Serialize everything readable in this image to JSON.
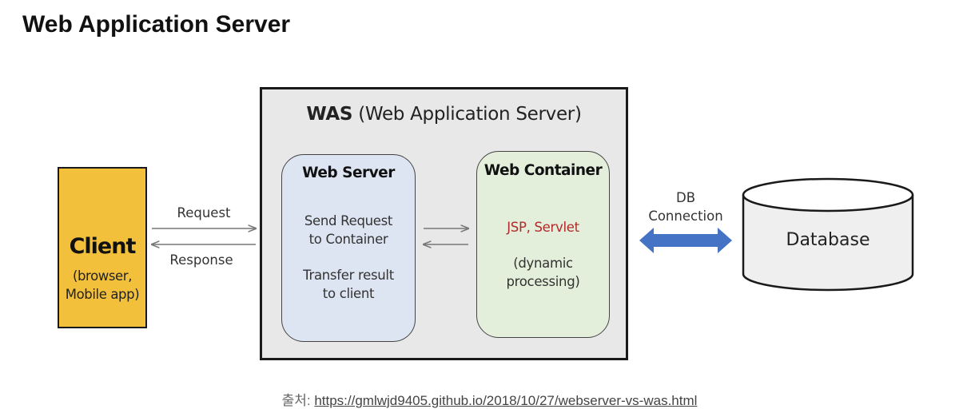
{
  "page": {
    "title": "Web Application Server"
  },
  "diagram": {
    "was": {
      "abbr": "WAS",
      "full": "(Web Application Server)"
    },
    "web_server": {
      "title": "Web Server",
      "line1": "Send Request",
      "line2": "to Container",
      "line3": "Transfer result",
      "line4": "to client"
    },
    "web_container": {
      "title": "Web Container",
      "tech": "JSP, Servlet",
      "line1": "(dynamic",
      "line2": "processing)"
    },
    "client": {
      "title": "Client",
      "line1": "(browser,",
      "line2": "Mobile app)"
    },
    "request_label": "Request",
    "response_label": "Response",
    "db_connection": {
      "line1": "DB",
      "line2": "Connection"
    },
    "database": {
      "label": "Database"
    }
  },
  "source": {
    "prefix": "출처:",
    "link": "https://gmlwjd9405.github.io/2018/10/27/webserver-vs-was.html"
  },
  "colors": {
    "client_fill": "#f2c03a",
    "web_server_fill": "#dde4f2",
    "web_container_fill": "#e3eedb",
    "was_fill": "#e8e8e8",
    "db_arrow": "#4472c4",
    "accent_red": "#b02a2a"
  }
}
